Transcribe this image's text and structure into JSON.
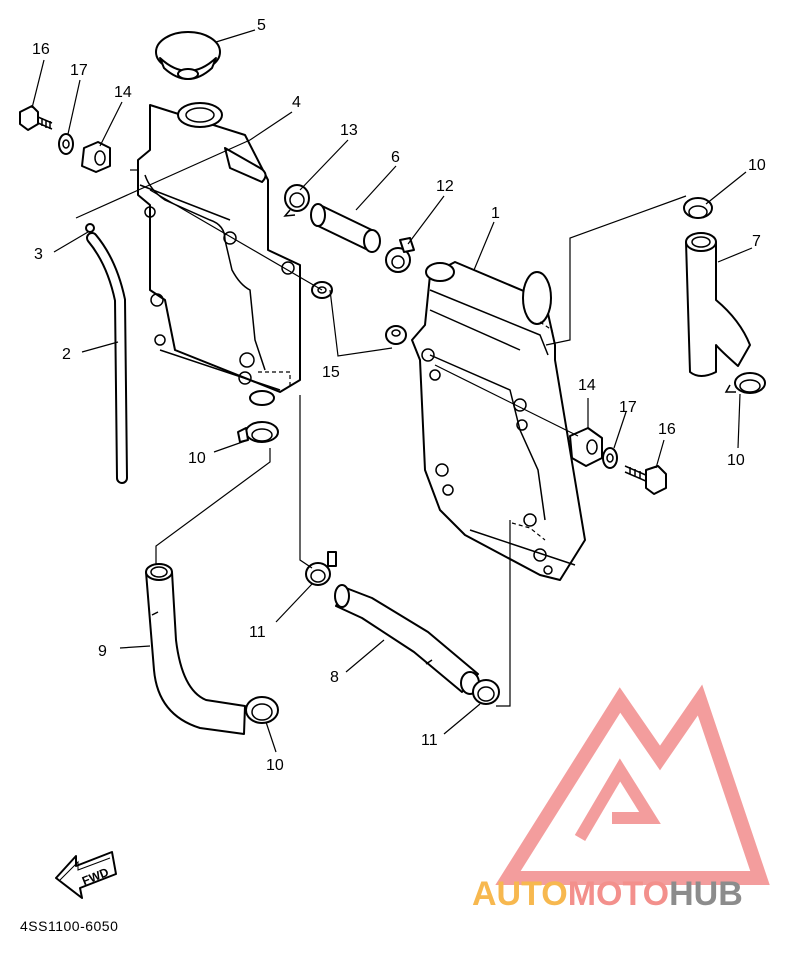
{
  "diagram": {
    "code": "4SS1100-6050",
    "fwd_label": "FWD",
    "callouts": [
      "16",
      "17",
      "14",
      "5",
      "4",
      "13",
      "6",
      "12",
      "1",
      "10",
      "7",
      "3",
      "2",
      "15",
      "14",
      "17",
      "16",
      "10",
      "10",
      "11",
      "9",
      "8",
      "11",
      "10"
    ]
  },
  "watermark": {
    "auto": "AUTO",
    "moto": "MOTO",
    "hub": "HUB",
    "colors": {
      "auto": "#F7B84F",
      "moto": "#F3908C",
      "hub": "#8C8C8C",
      "logo": "#F28C8C"
    }
  }
}
